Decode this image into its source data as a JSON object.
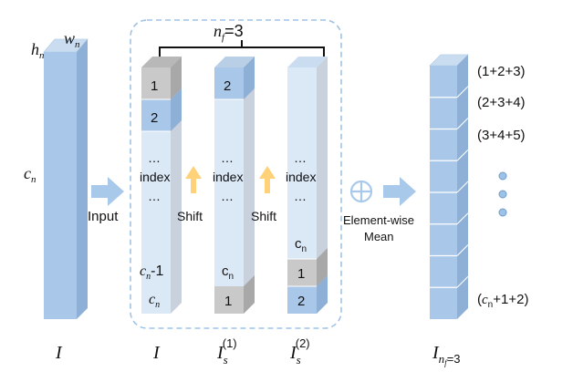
{
  "labels": {
    "h": "h",
    "h_sub": "n",
    "w": "w",
    "w_sub": "n",
    "c": "c",
    "c_sub": "n",
    "input": "Input",
    "shift": "Shift",
    "nf_main": "n",
    "nf_sub": "f",
    "nf_value": "=3",
    "element_wise": "Element-wise",
    "mean": "Mean",
    "plus_symbol": "⊕"
  },
  "bottom_labels": {
    "input_tensor": "I",
    "col1": "I",
    "col2_base": "I",
    "col2_sub": "s",
    "col2_sup": "(1)",
    "col3_base": "I",
    "col3_sub": "s",
    "col3_sup": "(2)",
    "output_base": "I",
    "output_sub_n": "n",
    "output_sub_f": "f",
    "output_sub_val": "=3"
  },
  "col1": {
    "cell1": "1",
    "cell2": "2",
    "dots_top": "…",
    "index": "index",
    "dots_bottom": "…",
    "cell_cn_minus_main": "c",
    "cell_cn_minus_sub": "n",
    "cell_cn_minus_suffix": "-1",
    "cell_cn_main": "c",
    "cell_cn_sub": "n"
  },
  "col2": {
    "cell1": "2",
    "dots_top": "…",
    "index": "index",
    "dots_bottom": "…",
    "cell_cn_main": "c",
    "cell_cn_sub": "n",
    "cell_last": "1"
  },
  "col3": {
    "dots_top": "…",
    "index": "index",
    "dots_bottom": "…",
    "cell_cn_main": "c",
    "cell_cn_sub": "n",
    "cell_1": "1",
    "cell_2": "2"
  },
  "output": {
    "row1": "(1+2+3)",
    "row2": "(2+3+4)",
    "row3": "(3+4+5)",
    "row_last_prefix": "(",
    "row_last_main": "c",
    "row_last_sub": "n",
    "row_last_suffix": "+1+2)"
  },
  "colors": {
    "light_blue": "#dbe8f6",
    "mid_blue": "#a9c7e8",
    "dark_blue": "#8fb0d6",
    "gray": "#c9c9c9",
    "arrow_blue": "#a9c9ea",
    "shift_yellow": "#ffd27a",
    "dashed_border": "#9fc3e8"
  }
}
